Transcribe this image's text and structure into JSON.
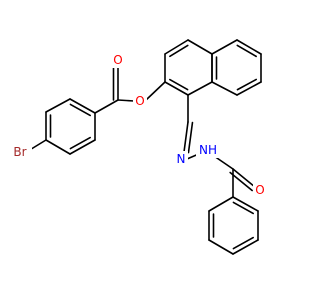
{
  "structure": {
    "labels": {
      "bromine": "Br",
      "ester_carbonyl_oxygen": "O",
      "ester_oxygen": "O",
      "hydrazone_nitrogen": "N",
      "amide_nitrogen": "NH",
      "amide_oxygen": "O"
    },
    "colors": {
      "bond": "#000000",
      "bromine": "#a52a2a",
      "oxygen": "#ff0000",
      "nitrogen": "#0000ff"
    }
  }
}
